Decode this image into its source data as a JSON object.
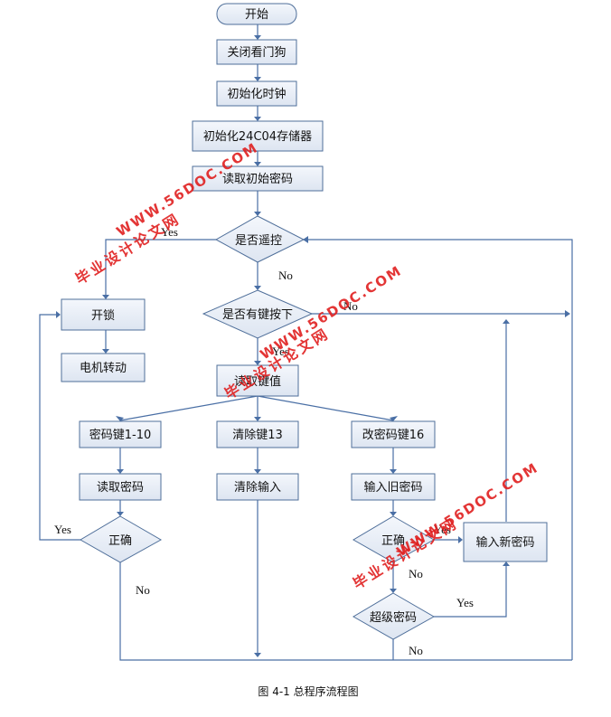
{
  "nodes": {
    "start": "开始",
    "close_watchdog": "关闭看门狗",
    "init_clock": "初始化时钟",
    "init_memory": "初始化24C04存储器",
    "read_init_pwd": "读取初始密码",
    "is_remote": "是否遥控",
    "any_key": "是否有键按下",
    "unlock": "开锁",
    "motor": "电机转动",
    "read_key": "读取键值",
    "pwd_key": "密码键1-10",
    "clear_key": "清除键13",
    "change_key": "改密码键16",
    "read_pwd": "读取密码",
    "clear_input": "清除输入",
    "input_old": "输入旧密码",
    "correct_left": "正确",
    "correct_right": "正确",
    "input_new": "输入新密码",
    "super_pwd": "超级密码"
  },
  "labels": {
    "yes_remote": "Yes",
    "no_remote": "No",
    "no_key": "No",
    "yes_key": "Yes",
    "yes_left": "Yes",
    "no_left": "No",
    "yes_right": "Yes",
    "no_right": "No",
    "yes_super": "Yes",
    "no_super": "No"
  },
  "caption": "图 4-1  总程序流程图",
  "watermarks": {
    "url": "WWW.56DOC.COM",
    "site": "毕业设计论文网"
  }
}
